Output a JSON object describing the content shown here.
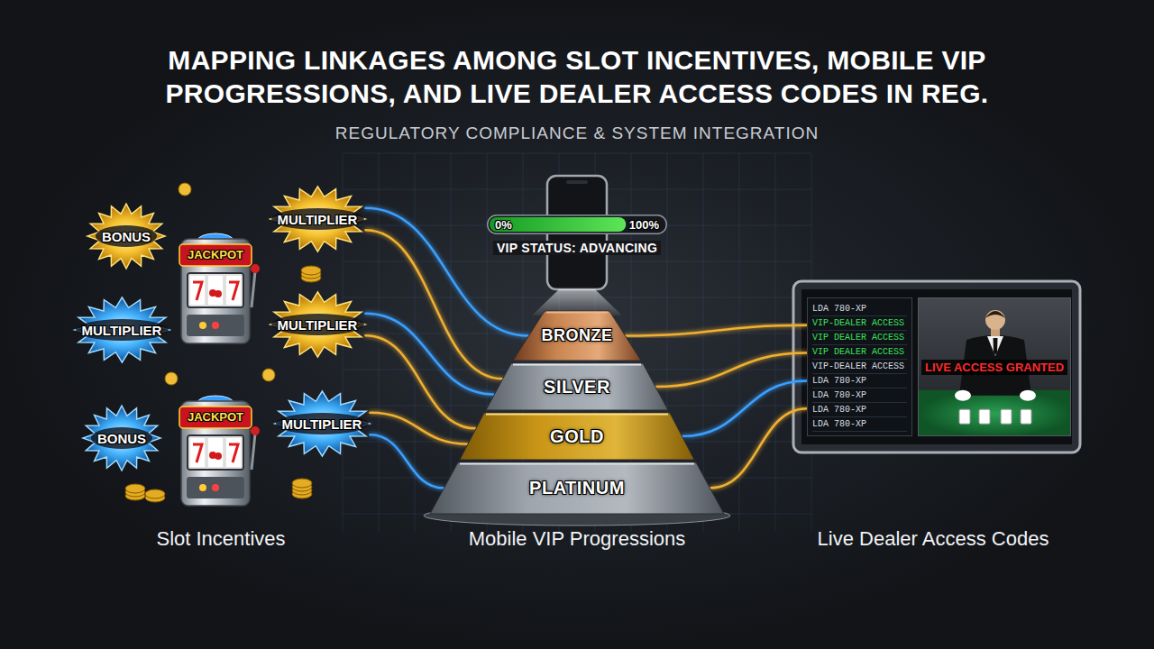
{
  "diagram": {
    "title": "MAPPING LINKAGES AMONG SLOT INCENTIVES, MOBILE VIP PROGRESSIONS, AND LIVE DEALER ACCESS CODES IN REG.",
    "nodes": [
      {
        "text": [
          "BONUS"
        ]
      },
      {
        "text": [
          "JACKPOT"
        ]
      },
      {
        "text": [
          "MULTIPLIER"
        ]
      },
      {
        "text": [
          "MULTIPLIER"
        ]
      },
      {
        "text": [
          "MULTIPLIER"
        ]
      },
      {
        "text": [
          "BONUS"
        ]
      },
      {
        "text": [
          "JACKPOT"
        ]
      },
      {
        "text": [
          "MULTIPLIER"
        ]
      },
      {
        "text": [
          "0%",
          "100%"
        ]
      },
      {
        "text": [
          "BRONZE"
        ]
      },
      {
        "text": [
          "SILVER"
        ]
      },
      {
        "text": [
          "GOLD"
        ]
      },
      {
        "text": [
          "PLATINUM"
        ]
      },
      {
        "text": [
          "LDA 780-XP",
          "VIP-DEALER ACCESS",
          "VIP DEALER ACCESS",
          "VIP DEALER ACCESS",
          "VIP-DEALER ACCESS",
          "LDA 780-XP",
          "LDA 780-XP",
          "LDA 780-XP",
          "LDA 780-XP"
        ]
      },
      {
        "text": [
          "LIVE ACCESS GRANTED"
        ]
      }
    ],
    "edges": [
      {
        "from": 2,
        "to": 9,
        "arrow": "none"
      },
      {
        "from": 2,
        "to": 10,
        "arrow": "none"
      },
      {
        "from": 4,
        "to": 10,
        "arrow": "none"
      },
      {
        "from": 4,
        "to": 11,
        "arrow": "none"
      },
      {
        "from": 7,
        "to": 11,
        "arrow": "none"
      },
      {
        "from": 7,
        "to": 12,
        "arrow": "none"
      },
      {
        "from": 9,
        "to": 13,
        "arrow": "none"
      },
      {
        "from": 10,
        "to": 13,
        "arrow": "none"
      },
      {
        "from": 11,
        "to": 13,
        "arrow": "none"
      },
      {
        "from": 12,
        "to": 13,
        "arrow": "none"
      }
    ],
    "labels": [
      "REGULATORY COMPLIANCE & SYSTEM INTEGRATION",
      "VIP STATUS: ADVANCING",
      "Slot Incentives",
      "Mobile VIP Progressions",
      "Live Dealer Access Codes"
    ]
  }
}
